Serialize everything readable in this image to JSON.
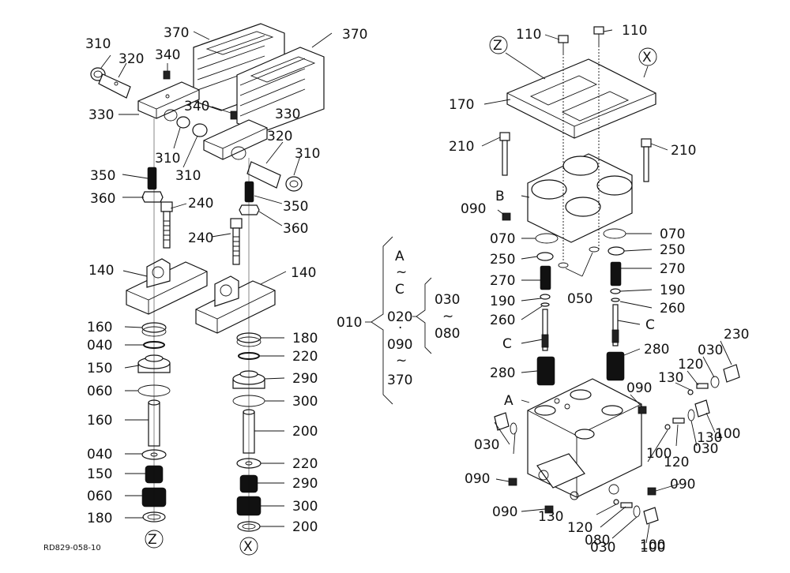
{
  "drawing_code": "RD829-058-10",
  "callouts": {
    "left_unit": [
      "370",
      "370",
      "310",
      "320",
      "340",
      "330",
      "340",
      "330",
      "310",
      "310",
      "320",
      "310",
      "350",
      "360",
      "240",
      "350",
      "360",
      "240",
      "140",
      "140",
      "160",
      "040",
      "150",
      "060",
      "160",
      "040",
      "150",
      "060",
      "180",
      "180",
      "220",
      "290",
      "300",
      "200",
      "220",
      "290",
      "300",
      "200"
    ],
    "right_unit": [
      "110",
      "110",
      "170",
      "210",
      "210",
      "B",
      "090",
      "070",
      "070",
      "250",
      "250",
      "050",
      "270",
      "270",
      "190",
      "190",
      "260",
      "260",
      "C",
      "C",
      "280",
      "280",
      "230",
      "030",
      "120",
      "130",
      "A",
      "090",
      "100",
      "030",
      "090",
      "090",
      "090",
      "130",
      "120",
      "080",
      "100",
      "030",
      "100",
      "130",
      "120",
      "030",
      "100"
    ]
  },
  "reference_markers": {
    "z": "Z",
    "x": "X"
  },
  "bracket": {
    "main": "010",
    "a": "A",
    "tilde": "~",
    "c": "C",
    "b020": "020",
    "dot": "·",
    "b090": "090",
    "b370": "370",
    "b030": "030",
    "b080": "080"
  }
}
